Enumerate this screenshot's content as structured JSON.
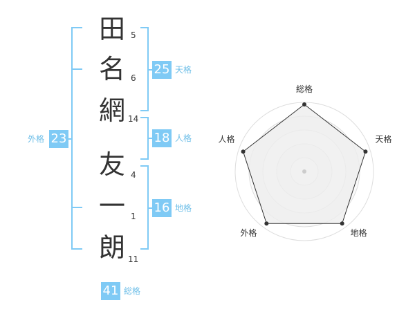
{
  "name_chars": [
    {
      "char": "田",
      "strokes": "5"
    },
    {
      "char": "名",
      "strokes": "6"
    },
    {
      "char": "網",
      "strokes": "14"
    },
    {
      "char": "友",
      "strokes": "4"
    },
    {
      "char": "一",
      "strokes": "1"
    },
    {
      "char": "朗",
      "strokes": "11"
    }
  ],
  "fortune": {
    "tenkaku": {
      "value": "25",
      "label": "天格"
    },
    "jinkaku": {
      "value": "18",
      "label": "人格"
    },
    "chikaku": {
      "value": "16",
      "label": "地格"
    },
    "gaikaku": {
      "value": "23",
      "label": "外格"
    },
    "soukaku": {
      "value": "41",
      "label": "総格"
    }
  },
  "radar": {
    "axes": [
      "総格",
      "天格",
      "地格",
      "外格",
      "人格"
    ],
    "values": [
      0.97,
      0.93,
      0.93,
      0.93,
      0.93
    ],
    "line_color": "#333333",
    "fill_color": "#eeeeee",
    "ring_color": "#dddddd"
  },
  "colors": {
    "accent": "#7fcaf5",
    "label": "#6fbfe8"
  }
}
